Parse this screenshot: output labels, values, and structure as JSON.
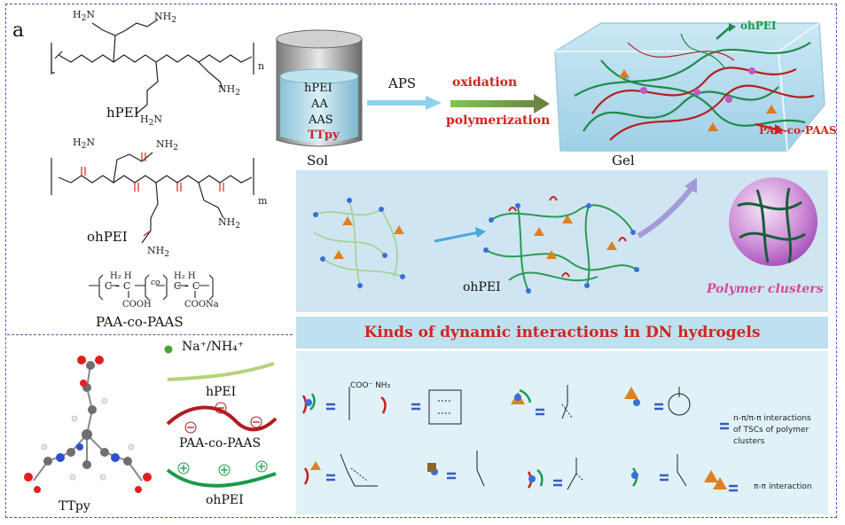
{
  "panel_letter": "a",
  "left_column": {
    "hpei_label": "hPEI",
    "ohpei_label": "ohPEI",
    "paa_label": "PAA-co-PAAS",
    "paa_formula_cooh": "COOH",
    "paa_formula_coona": "COONa",
    "repeat_n": "n",
    "repeat_m": "m"
  },
  "legend": {
    "ion_label": "Na⁺/NH₄⁺",
    "hpei": "hPEI",
    "paa": "PAA-co-PAAS",
    "ohpei": "ohPEI",
    "ttpy": "TTpy"
  },
  "beaker": {
    "contents": [
      "hPEI",
      "AA",
      "AAS",
      "TTpy"
    ],
    "caption": "Sol"
  },
  "process": {
    "aps": "APS",
    "step1": "oxidation",
    "step2": "polymerization"
  },
  "gel": {
    "caption": "Gel",
    "ohpei_tag": "ohPEI",
    "paa_tag": "PAA-co-PAAS"
  },
  "network": {
    "ohpei_label": "ohPEI",
    "clusters_label": "Polymer clusters"
  },
  "interactions": {
    "title": "Kinds of dynamic interactions in DN hydrogels",
    "note_1": "n-π/π-π interactions",
    "note_2": "of TSCs of polymer",
    "note_3": "clusters",
    "pi_pi": "π-π interaction"
  },
  "colors": {
    "frame": "#3d5fa8",
    "red_text": "#d2241f",
    "green_text": "#1a9a4a",
    "panel_bg": "#cfe6f2",
    "banner_bg": "#bfe0ee",
    "pink": "#d9489b"
  }
}
